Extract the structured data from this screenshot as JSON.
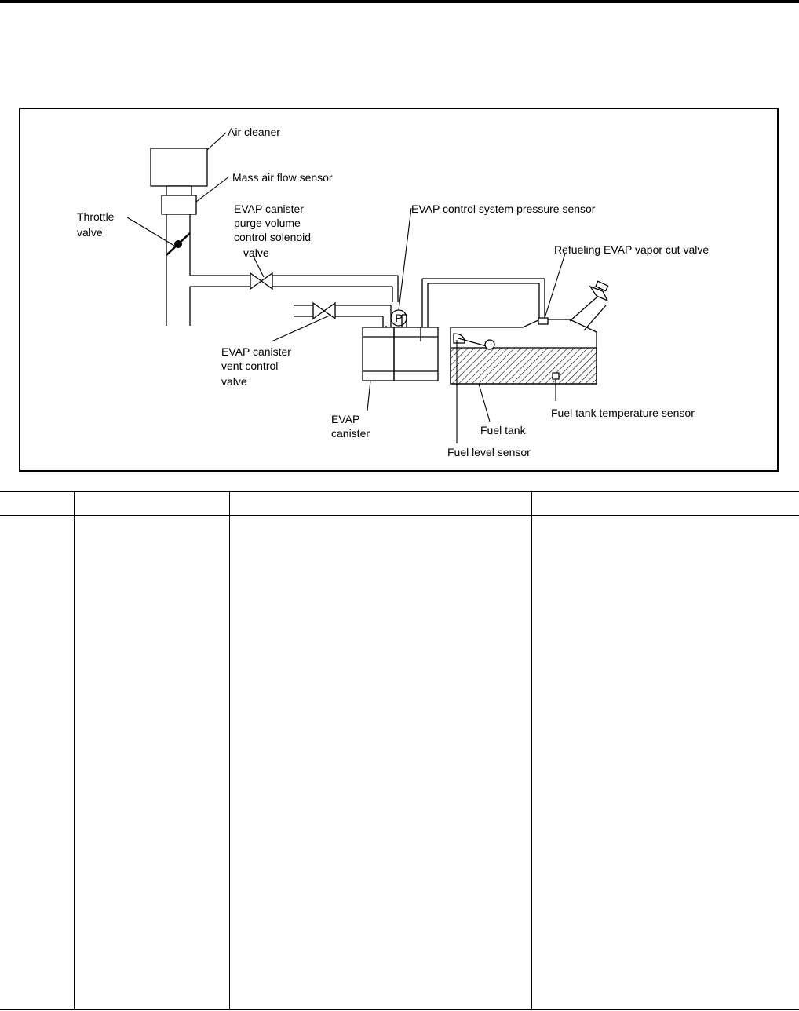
{
  "diagram": {
    "labels": {
      "air_cleaner": "Air cleaner",
      "mass_air_flow_sensor": "Mass air flow sensor",
      "throttle_valve": [
        "Throttle",
        "valve"
      ],
      "purge_valve": [
        "EVAP canister",
        "purge volume",
        "control solenoid",
        "valve"
      ],
      "pressure_sensor": "EVAP control system pressure sensor",
      "pressure_sensor_symbol": "P",
      "vapor_cut_valve": "Refueling EVAP vapor cut valve",
      "vent_valve": [
        "EVAP canister",
        "vent control",
        "valve"
      ],
      "canister": [
        "EVAP",
        "canister"
      ],
      "fuel_tank": "Fuel tank",
      "fuel_tank_temp_sensor": "Fuel tank temperature sensor",
      "fuel_level_sensor": "Fuel level sensor"
    }
  },
  "table": {
    "columns": [
      "",
      "",
      "",
      ""
    ],
    "rows": []
  }
}
